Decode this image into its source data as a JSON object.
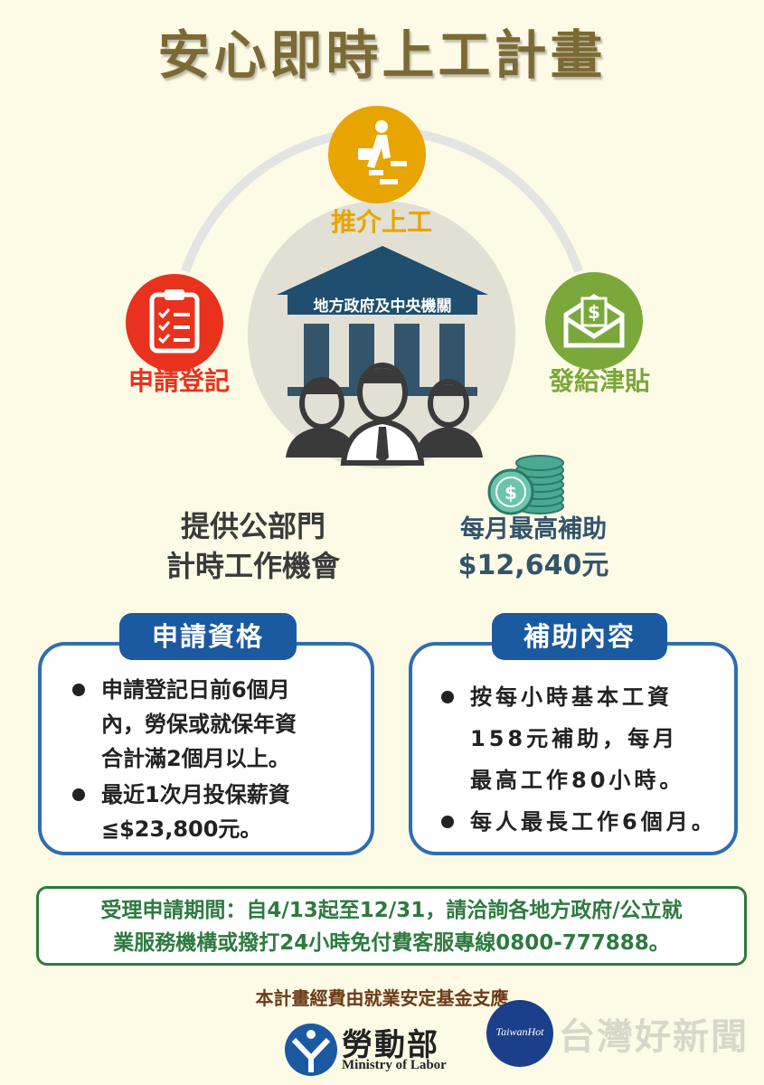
{
  "title": "安心即時上工計畫",
  "flow": {
    "top": {
      "label": "推介上工",
      "color": "#e8a400"
    },
    "left": {
      "label": "申請登記",
      "color": "#e8321e"
    },
    "right": {
      "label": "發給津貼",
      "color": "#7aa83a"
    },
    "center_banner": "地方政府及中央機關"
  },
  "center_text": {
    "line1": "提供公部門",
    "line2": "計時工作機會"
  },
  "subsidy": {
    "line1": "每月最高補助",
    "line2": "$12,640元"
  },
  "eligibility": {
    "heading": "申請資格",
    "items": [
      {
        "lines": [
          "申請登記日前6個月",
          "內，勞保或就保年資",
          "合計滿2個月以上。"
        ]
      },
      {
        "lines": [
          "最近1次月投保薪資",
          "≦$23,800元。"
        ]
      }
    ]
  },
  "content": {
    "heading": "補助內容",
    "items": [
      {
        "lines": [
          "按每小時基本工資",
          "158元補助，每月",
          "最高工作80小時。"
        ]
      },
      {
        "lines": [
          "每人最長工作6個月。"
        ]
      }
    ]
  },
  "notice": {
    "line1": "受理申請期間：自4/13起至12/31，請洽詢各地方政府/公立就",
    "line2": "業服務機構或撥打24小時免付費客服專線0800-777888。"
  },
  "footer": {
    "funding": "本計畫經費由就業安定基金支應",
    "org_name": "勞動部",
    "org_name_en": "Ministry of Labor",
    "watermark_logo": "TaiwanHot",
    "watermark_text": "台灣好新聞"
  }
}
